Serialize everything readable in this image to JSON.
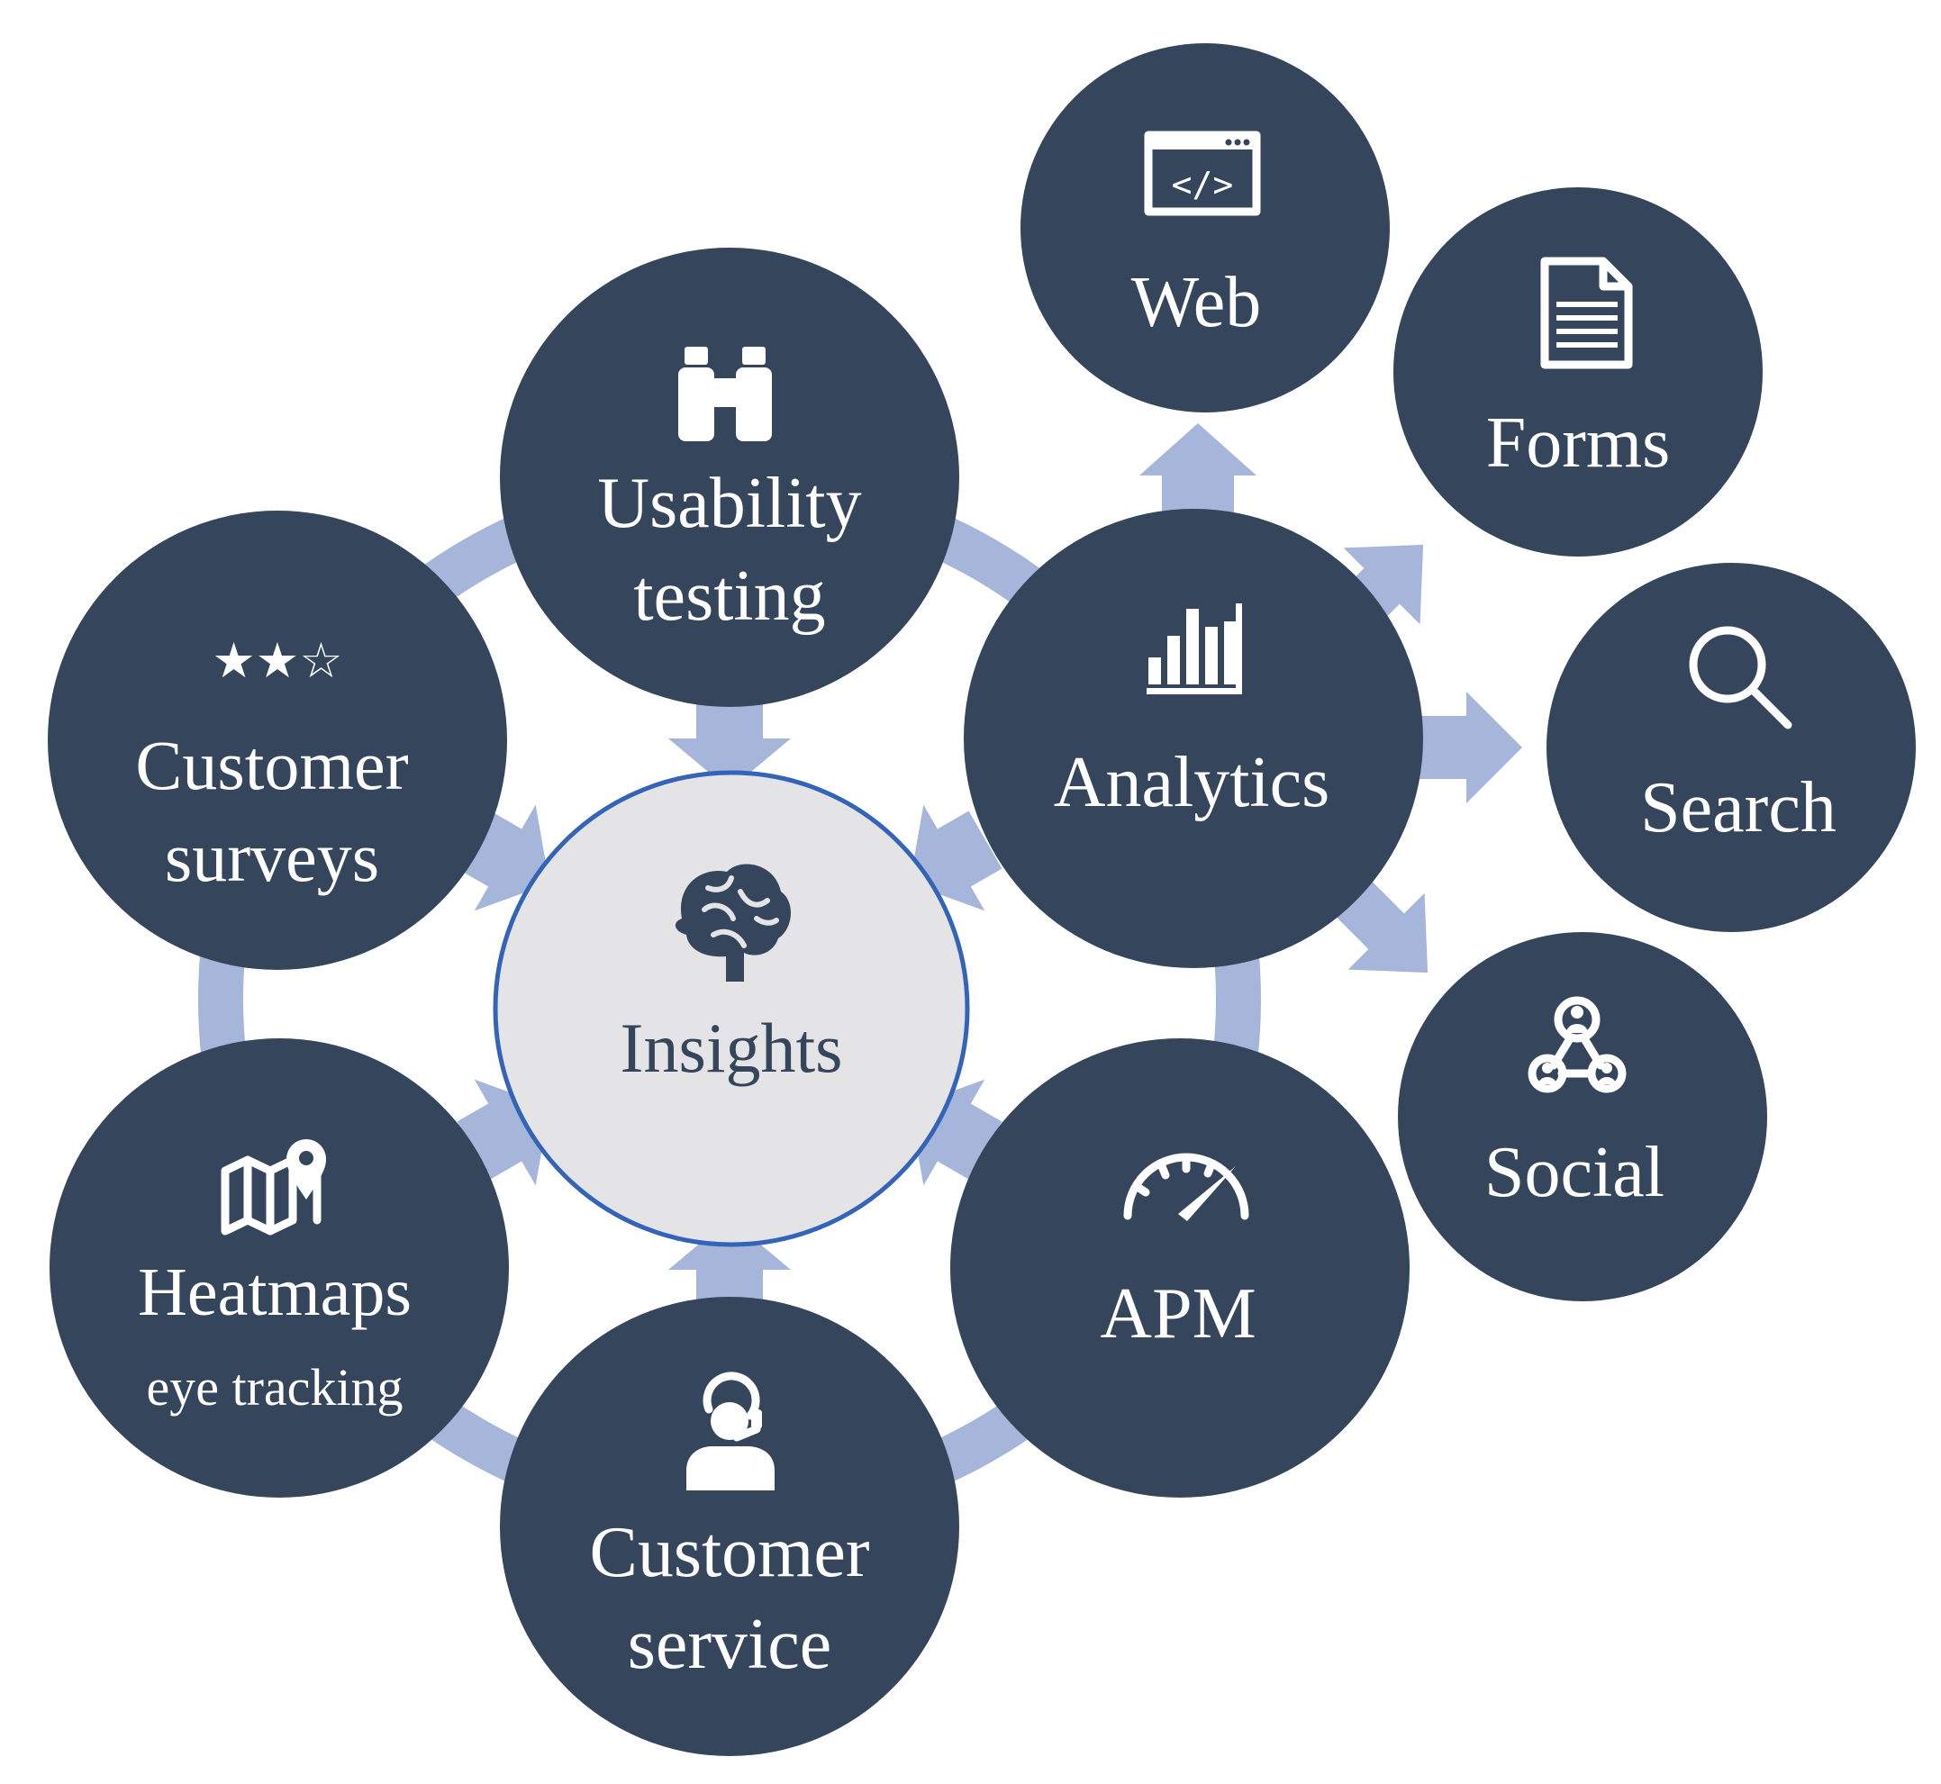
{
  "colors": {
    "node_fill": "#34455c",
    "center_fill": "#e4e4e6",
    "center_stroke": "#3464b8",
    "connector": "#a6b5da",
    "label_light": "#ffffff",
    "label_dark": "#34455c"
  },
  "center": {
    "label": "Insights",
    "icon": "brain-icon"
  },
  "ring_nodes": {
    "usability": {
      "line1": "Usability",
      "line2": "testing",
      "icon": "binoculars-icon"
    },
    "analytics": {
      "line1": "Analytics",
      "icon": "bar-chart-icon"
    },
    "apm": {
      "line1": "APM",
      "icon": "speedometer-icon"
    },
    "service": {
      "line1": "Customer",
      "line2": "service",
      "icon": "headset-agent-icon"
    },
    "heatmaps": {
      "line1": "Heatmaps",
      "line2": "eye tracking",
      "icon": "map-pin-icon"
    },
    "surveys": {
      "line1": "Customer",
      "line2": "surveys",
      "icon": "star-rating-icon",
      "stars": "★★☆"
    }
  },
  "outer_nodes": {
    "web": {
      "line1": "Web",
      "icon": "code-window-icon",
      "code": "</>"
    },
    "forms": {
      "line1": "Forms",
      "icon": "document-icon"
    },
    "search": {
      "line1": "Search",
      "icon": "magnifier-icon"
    },
    "social": {
      "line1": "Social",
      "icon": "network-people-icon"
    }
  }
}
